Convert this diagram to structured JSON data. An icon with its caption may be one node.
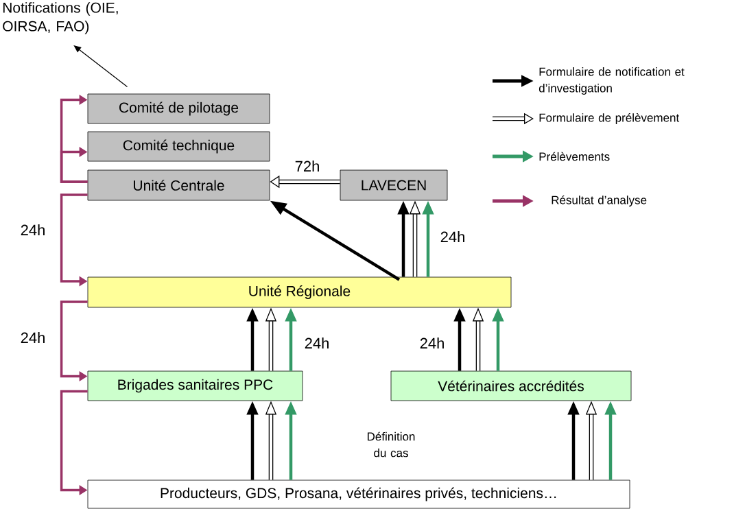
{
  "diagram": {
    "nodes": [
      {
        "text": [
          "Notifications (OIE, OIRSA, FAO)"
        ]
      },
      {
        "text": [
          "Comité de pilotage"
        ]
      },
      {
        "text": [
          "Comité technique"
        ]
      },
      {
        "text": [
          "Unité Centrale"
        ]
      },
      {
        "text": [
          "LAVECEN"
        ]
      },
      {
        "text": [
          "Unité Régionale"
        ]
      },
      {
        "text": [
          "Brigades sanitaires PPC"
        ]
      },
      {
        "text": [
          "Vétérinaires accrédités"
        ]
      },
      {
        "text": [
          "Producteurs, GDS, Prosana, vétérinaires privés, techniciens…"
        ]
      }
    ],
    "edges": [
      {
        "from": 1,
        "to": 0,
        "arrow": "to"
      },
      {
        "from": 3,
        "to": 1,
        "arrow": "to",
        "color": "#993366"
      },
      {
        "from": 3,
        "to": 2,
        "arrow": "to",
        "color": "#993366"
      },
      {
        "from": 3,
        "to": 5,
        "arrow": "to",
        "color": "#993366",
        "label": "24h"
      },
      {
        "from": 5,
        "to": 6,
        "arrow": "to",
        "color": "#993366",
        "label": "24h"
      },
      {
        "from": 6,
        "to": 8,
        "arrow": "to",
        "color": "#993366"
      },
      {
        "from": 4,
        "to": 3,
        "arrow": "to",
        "label": "72h"
      },
      {
        "from": 5,
        "to": 3,
        "arrow": "to"
      },
      {
        "from": 5,
        "to": 4,
        "arrow": "to"
      },
      {
        "from": 5,
        "to": 4,
        "arrow": "to"
      },
      {
        "from": 5,
        "to": 4,
        "arrow": "to",
        "color": "#339966",
        "label": "24h"
      },
      {
        "from": 6,
        "to": 5,
        "arrow": "to"
      },
      {
        "from": 6,
        "to": 5,
        "arrow": "to"
      },
      {
        "from": 6,
        "to": 5,
        "arrow": "to",
        "color": "#339966",
        "label": "24h"
      },
      {
        "from": 7,
        "to": 5,
        "arrow": "to",
        "label": "24h"
      },
      {
        "from": 7,
        "to": 5,
        "arrow": "to"
      },
      {
        "from": 7,
        "to": 5,
        "arrow": "to",
        "color": "#339966"
      },
      {
        "from": 8,
        "to": 6,
        "arrow": "to"
      },
      {
        "from": 8,
        "to": 6,
        "arrow": "to"
      },
      {
        "from": 8,
        "to": 6,
        "arrow": "to",
        "color": "#339966"
      },
      {
        "from": 8,
        "to": 7,
        "arrow": "to"
      },
      {
        "from": 8,
        "to": 7,
        "arrow": "to"
      },
      {
        "from": 8,
        "to": 7,
        "arrow": "to",
        "color": "#339966"
      }
    ],
    "labels": [
      "Définition du cas"
    ],
    "legend": [
      {
        "text": "Formulaire de notification et d’investigation"
      },
      {
        "text": "Formulaire de prélèvement"
      },
      {
        "text": "Prélèvements"
      },
      {
        "text": "Résultat d’analyse"
      }
    ]
  }
}
